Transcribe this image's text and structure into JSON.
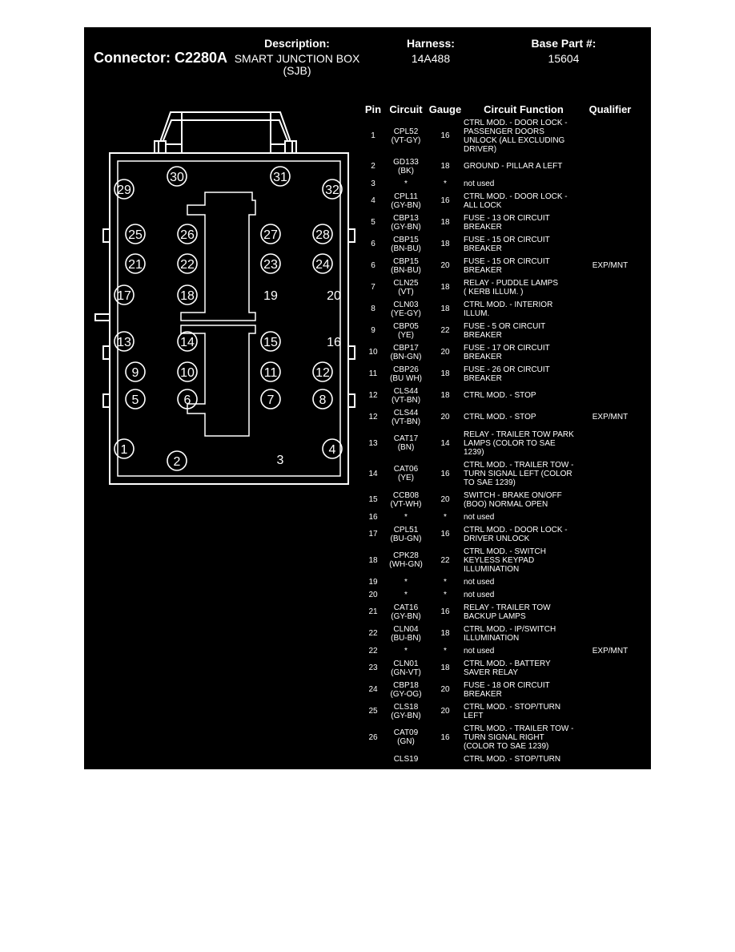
{
  "header": {
    "connector_label": "Connector: C2280A",
    "description_label": "Description:",
    "description_value": [
      "SMART JUNCTION BOX",
      "(SJB)"
    ],
    "harness_label": "Harness:",
    "harness_value": "14A488",
    "base_part_label": "Base Part #:",
    "base_part_value": "15604"
  },
  "connector_pins": [
    "29",
    "30",
    "31",
    "32",
    "25",
    "26",
    "27",
    "28",
    "21",
    "22",
    "23",
    "24",
    "17",
    "18",
    "19",
    "20",
    "13",
    "14",
    "15",
    "16",
    "9",
    "10",
    "11",
    "12",
    "5",
    "6",
    "7",
    "8",
    "1",
    "2",
    "3",
    "4"
  ],
  "table": {
    "headers": [
      "Pin",
      "Circuit",
      "Gauge",
      "Circuit Function",
      "Qualifier"
    ],
    "rows": [
      {
        "pin": "1",
        "circuit": [
          "CPL52",
          "(VT-GY)"
        ],
        "gauge": "16",
        "function": [
          "CTRL MOD. - DOOR LOCK -",
          "PASSENGER DOORS",
          "UNLOCK (ALL EXCLUDING",
          "DRIVER)"
        ],
        "qualifier": ""
      },
      {
        "pin": "2",
        "circuit": [
          "GD133",
          "(BK)"
        ],
        "gauge": "18",
        "function": [
          "GROUND - PILLAR A LEFT"
        ],
        "qualifier": ""
      },
      {
        "pin": "3",
        "circuit": [
          "*"
        ],
        "gauge": "*",
        "function": [
          "not used"
        ],
        "qualifier": ""
      },
      {
        "pin": "4",
        "circuit": [
          "CPL11",
          "(GY-BN)"
        ],
        "gauge": "16",
        "function": [
          "CTRL MOD. - DOOR LOCK -",
          "ALL LOCK"
        ],
        "qualifier": ""
      },
      {
        "pin": "5",
        "circuit": [
          "CBP13",
          "(GY-BN)"
        ],
        "gauge": "18",
        "function": [
          "FUSE - 13 OR CIRCUIT",
          "BREAKER"
        ],
        "qualifier": ""
      },
      {
        "pin": "6",
        "circuit": [
          "CBP15",
          "(BN-BU)"
        ],
        "gauge": "18",
        "function": [
          "FUSE - 15 OR CIRCUIT",
          "BREAKER"
        ],
        "qualifier": ""
      },
      {
        "pin": "6",
        "circuit": [
          "CBP15",
          "(BN-BU)"
        ],
        "gauge": "20",
        "function": [
          "FUSE - 15 OR CIRCUIT",
          "BREAKER"
        ],
        "qualifier": "EXP/MNT"
      },
      {
        "pin": "7",
        "circuit": [
          "CLN25",
          "(VT)"
        ],
        "gauge": "18",
        "function": [
          "RELAY - PUDDLE LAMPS",
          "( KERB ILLUM. )"
        ],
        "qualifier": ""
      },
      {
        "pin": "8",
        "circuit": [
          "CLN03",
          "(YE-GY)"
        ],
        "gauge": "18",
        "function": [
          "CTRL MOD. - INTERIOR",
          "ILLUM."
        ],
        "qualifier": ""
      },
      {
        "pin": "9",
        "circuit": [
          "CBP05",
          "(YE)"
        ],
        "gauge": "22",
        "function": [
          "FUSE - 5 OR CIRCUIT",
          "BREAKER"
        ],
        "qualifier": ""
      },
      {
        "pin": "10",
        "circuit": [
          "CBP17",
          "(BN-GN)"
        ],
        "gauge": "20",
        "function": [
          "FUSE - 17 OR CIRCUIT",
          "BREAKER"
        ],
        "qualifier": ""
      },
      {
        "pin": "11",
        "circuit": [
          "CBP26",
          "(BU WH)"
        ],
        "gauge": "18",
        "function": [
          "FUSE - 26 OR CIRCUIT",
          "BREAKER"
        ],
        "qualifier": ""
      },
      {
        "pin": "12",
        "circuit": [
          "CLS44",
          "(VT-BN)"
        ],
        "gauge": "18",
        "function": [
          "CTRL MOD. - STOP"
        ],
        "qualifier": ""
      },
      {
        "pin": "12",
        "circuit": [
          "CLS44",
          "(VT-BN)"
        ],
        "gauge": "20",
        "function": [
          "CTRL MOD. - STOP"
        ],
        "qualifier": "EXP/MNT"
      },
      {
        "pin": "13",
        "circuit": [
          "CAT17",
          "(BN)"
        ],
        "gauge": "14",
        "function": [
          "RELAY - TRAILER TOW PARK",
          "LAMPS (COLOR TO SAE",
          "1239)"
        ],
        "qualifier": ""
      },
      {
        "pin": "14",
        "circuit": [
          "CAT06",
          "(YE)"
        ],
        "gauge": "16",
        "function": [
          "CTRL MOD. - TRAILER TOW -",
          "TURN SIGNAL LEFT (COLOR",
          "TO SAE 1239)"
        ],
        "qualifier": ""
      },
      {
        "pin": "15",
        "circuit": [
          "CCB08",
          "(VT-WH)"
        ],
        "gauge": "20",
        "function": [
          "SWITCH - BRAKE ON/OFF",
          "(BOO) NORMAL OPEN"
        ],
        "qualifier": ""
      },
      {
        "pin": "16",
        "circuit": [
          "*"
        ],
        "gauge": "*",
        "function": [
          "not used"
        ],
        "qualifier": ""
      },
      {
        "pin": "17",
        "circuit": [
          "CPL51",
          "(BU-GN)"
        ],
        "gauge": "16",
        "function": [
          "CTRL MOD. - DOOR LOCK -",
          "DRIVER UNLOCK"
        ],
        "qualifier": ""
      },
      {
        "pin": "18",
        "circuit": [
          "CPK28",
          "(WH-GN)"
        ],
        "gauge": "22",
        "function": [
          "CTRL MOD. - SWITCH",
          "KEYLESS KEYPAD",
          "ILLUMINATION"
        ],
        "qualifier": ""
      },
      {
        "pin": "19",
        "circuit": [
          "*"
        ],
        "gauge": "*",
        "function": [
          "not used"
        ],
        "qualifier": ""
      },
      {
        "pin": "20",
        "circuit": [
          "*"
        ],
        "gauge": "*",
        "function": [
          "not used"
        ],
        "qualifier": ""
      },
      {
        "pin": "21",
        "circuit": [
          "CAT16",
          "(GY-BN)"
        ],
        "gauge": "16",
        "function": [
          "RELAY - TRAILER TOW",
          "BACKUP LAMPS"
        ],
        "qualifier": ""
      },
      {
        "pin": "22",
        "circuit": [
          "CLN04",
          "(BU-BN)"
        ],
        "gauge": "18",
        "function": [
          "CTRL MOD. - IP/SWITCH",
          "ILLUMINATION"
        ],
        "qualifier": ""
      },
      {
        "pin": "22",
        "circuit": [
          "*"
        ],
        "gauge": "*",
        "function": [
          "not used"
        ],
        "qualifier": "EXP/MNT"
      },
      {
        "pin": "23",
        "circuit": [
          "CLN01",
          "(GN-VT)"
        ],
        "gauge": "18",
        "function": [
          "CTRL MOD. - BATTERY",
          "SAVER RELAY"
        ],
        "qualifier": ""
      },
      {
        "pin": "24",
        "circuit": [
          "CBP18",
          "(GY-OG)"
        ],
        "gauge": "20",
        "function": [
          "FUSE - 18 OR CIRCUIT",
          "BREAKER"
        ],
        "qualifier": ""
      },
      {
        "pin": "25",
        "circuit": [
          "CLS18",
          "(GY-BN)"
        ],
        "gauge": "20",
        "function": [
          "CTRL MOD. - STOP/TURN",
          "LEFT"
        ],
        "qualifier": ""
      },
      {
        "pin": "26",
        "circuit": [
          "CAT09",
          "(GN)"
        ],
        "gauge": "16",
        "function": [
          "CTRL MOD. - TRAILER TOW -",
          "TURN SIGNAL RIGHT",
          "(COLOR TO SAE 1239)"
        ],
        "qualifier": ""
      },
      {
        "pin": "",
        "circuit": [
          "CLS19"
        ],
        "gauge": "",
        "function": [
          "CTRL MOD. - STOP/TURN"
        ],
        "qualifier": ""
      }
    ]
  }
}
